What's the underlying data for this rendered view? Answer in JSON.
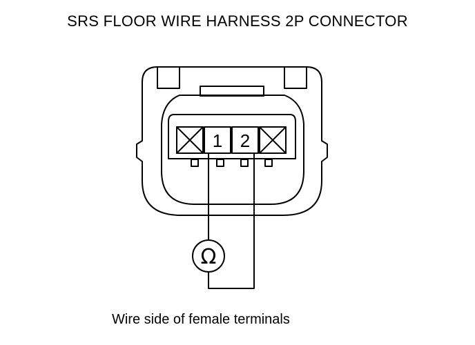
{
  "title": "SRS FLOOR WIRE HARNESS 2P CONNECTOR",
  "caption": "Wire side of female terminals",
  "terminals": [
    "1",
    "2"
  ],
  "meter_symbol": "Ω",
  "icons": {
    "blocked_cavity": "x-box-icon",
    "meter": "ohmmeter-icon"
  }
}
